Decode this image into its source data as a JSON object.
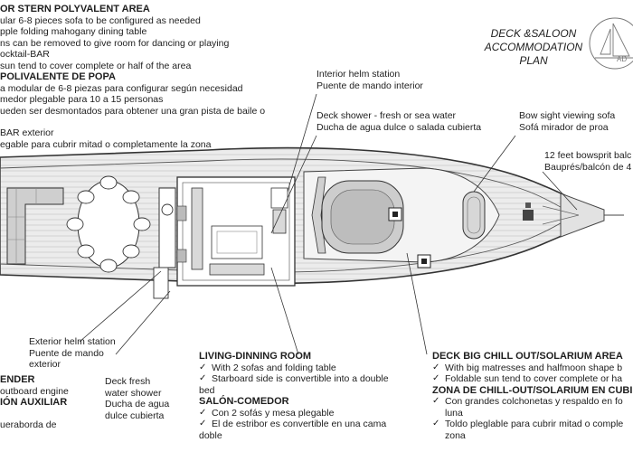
{
  "title": {
    "line1": "DECK &SALOON",
    "line2": "ACCOMMODATION",
    "line3": "PLAN"
  },
  "logo": {
    "text": "AD"
  },
  "stern_area": {
    "heading_en": "OR STERN POLYVALENT AREA",
    "en_lines": [
      "ular 6-8 pieces sofa to be configured as needed",
      "pple folding mahogany dining table",
      "ns can be removed to give room for dancing or playing",
      "ocktail-BAR",
      "sun tend to cover complete or half of the area"
    ],
    "heading_es": "POLIVALENTE DE POPA",
    "es_lines": [
      "a modular de 6-8 piezas para configurar según necesidad",
      "medor plegable para 10 a 15 personas",
      "ueden ser desmontados para obtener una gran pista de baile o",
      "BAR exterior",
      "egable para cubrir mitad o completamente la zona"
    ]
  },
  "interior_helm": {
    "en": "Interior helm station",
    "es": "Puente de mando interior"
  },
  "deck_shower_top": {
    "en": "Deck shower - fresh or sea water",
    "es": "Ducha de agua dulce o salada cubierta"
  },
  "bow_sight": {
    "en": "Bow sight viewing sofa",
    "es": "Sofá mirador de proa"
  },
  "bowsprit": {
    "en": "12 feet bowsprit balc",
    "es": "Bauprés/balcón de 4"
  },
  "exterior_helm": {
    "en": "Exterior helm station",
    "es1": "Puente de mando",
    "es2": "exterior"
  },
  "tender": {
    "en": "ENDER",
    "en_line": "outboard engine",
    "es": "IÓN AUXILIAR",
    "es_line": "ueraborda de"
  },
  "deck_fresh_shower": {
    "l1": "Deck fresh",
    "l2": "water shower",
    "l3": "Ducha de agua",
    "l4": "dulce cubierta"
  },
  "living_room": {
    "heading_en": "LIVING-DINNING ROOM",
    "en_items": [
      "With 2 sofas and folding table",
      "Starboard side is convertible into a double"
    ],
    "en_cont": "bed",
    "heading_es": "SALÓN-COMEDOR",
    "es_items": [
      "Con 2 sofás y mesa plegable",
      "El de estribor es convertible en una cama"
    ],
    "es_cont": "doble"
  },
  "chill_area": {
    "heading_en": "DECK BIG CHILL OUT/SOLARIUM AREA",
    "en_items": [
      "With big matresses and halfmoon shape b",
      "Foldable sun tend to cover complete or ha"
    ],
    "heading_es": "ZONA DE CHILL-OUT/SOLARIUM EN CUBI",
    "es_items": [
      "Con grandes colchonetas y respaldo en fo"
    ],
    "es_cont1": "luna",
    "es_items2": [
      "Toldo pleglable para cubrir mitad o comple"
    ],
    "es_cont2": "zona"
  }
}
